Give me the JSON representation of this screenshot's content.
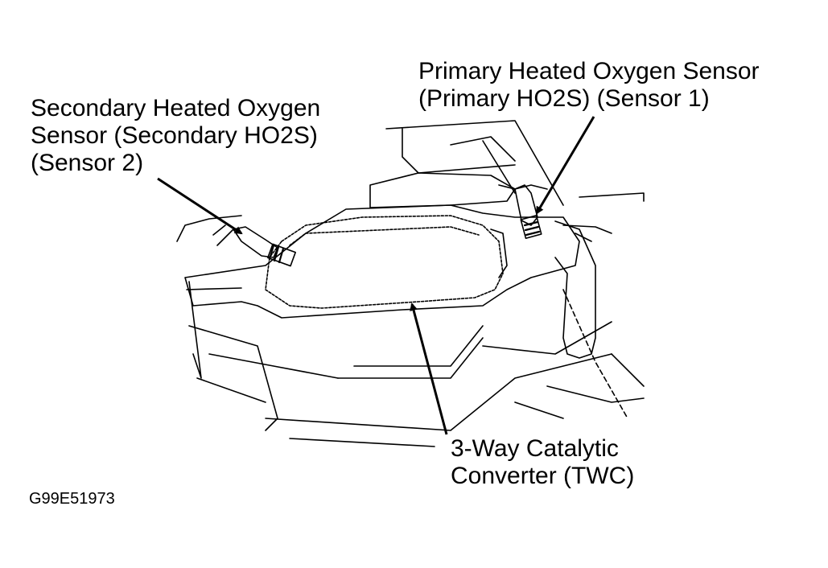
{
  "labels": {
    "secondary_sensor": {
      "line1": "Secondary Heated Oxygen",
      "line2": "Sensor (Secondary HO2S)",
      "line3": "(Sensor 2)"
    },
    "primary_sensor": {
      "line1": "Primary Heated Oxygen Sensor",
      "line2": "(Primary HO2S) (Sensor 1)"
    },
    "catalytic_converter": {
      "line1": "3-Way Catalytic",
      "line2": "Converter (TWC)"
    }
  },
  "figure_id": "G99E51973",
  "colors": {
    "ink": "#000000",
    "paper": "#ffffff"
  }
}
